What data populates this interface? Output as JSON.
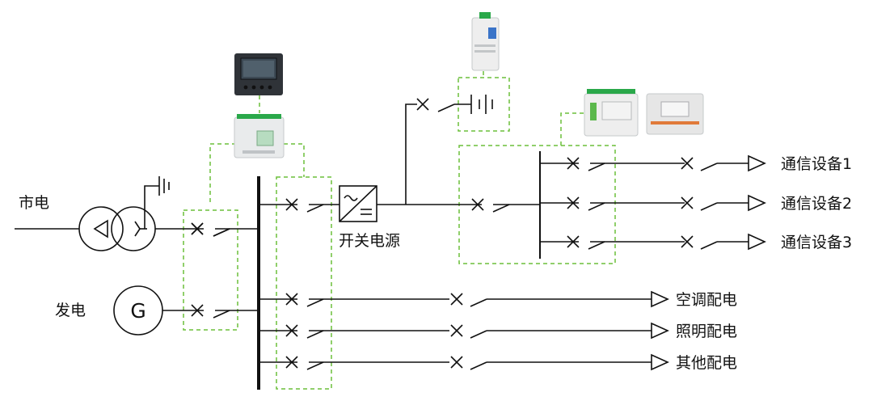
{
  "sources": {
    "mains_label": "市电",
    "generator_label": "发电",
    "generator_symbol": "G"
  },
  "psu_label": "开关电源",
  "telecom_outputs": [
    "通信设备1",
    "通信设备2",
    "通信设备3"
  ],
  "distribution_outputs": [
    "空调配电",
    "照明配电",
    "其他配电"
  ],
  "colors": {
    "line": "#111111",
    "monitor_dash": "#6cbf3a",
    "device_accent": "#2aa84a"
  }
}
